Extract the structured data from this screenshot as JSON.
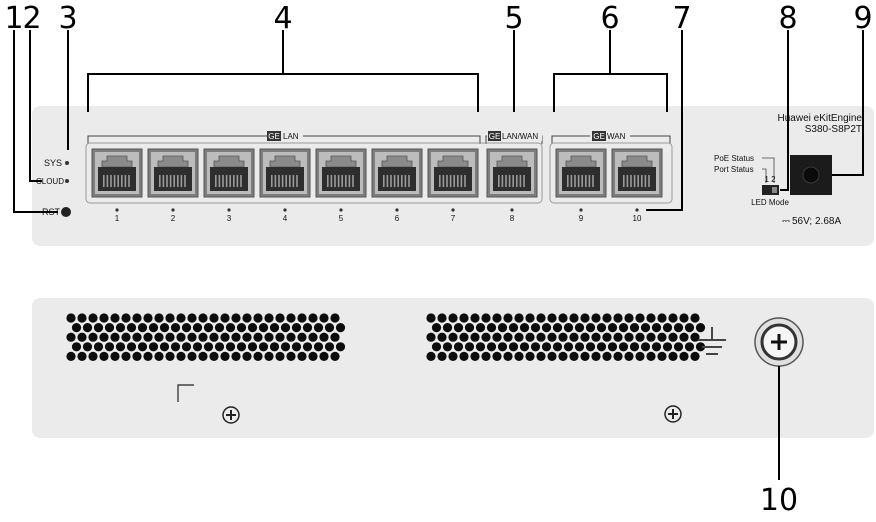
{
  "callouts": {
    "c1": "1",
    "c2": "2",
    "c3": "3",
    "c4": "4",
    "c5": "5",
    "c6": "6",
    "c7": "7",
    "c8": "8",
    "c9": "9",
    "c10": "10"
  },
  "front_panel": {
    "brand": "Huawei eKitEngine",
    "model": "S380-S8P2T",
    "led_sys": "SYS",
    "led_cloud": "CLOUD",
    "rst": "RST",
    "ge_tag": "GE",
    "group_lan": "LAN",
    "group_lanwan": "LAN/WAN",
    "group_wan": "WAN",
    "port_numbers": [
      "1",
      "2",
      "3",
      "4",
      "5",
      "6",
      "7",
      "8",
      "9",
      "10"
    ],
    "poe_status": "PoE Status",
    "port_status": "Port Status",
    "led_mode_numbers": "1 2",
    "led_mode": "LED Mode",
    "power_rating": "56V; 2.68A",
    "dc_symbol": "⎓"
  },
  "rear_panel": {
    "ground_icon": "ground-icon",
    "screw_icon": "screw-icon"
  },
  "colors": {
    "panel": "#ebebeb",
    "port_frame": "#7a7a7a",
    "port_inner": "#333333",
    "text": "#111111"
  }
}
